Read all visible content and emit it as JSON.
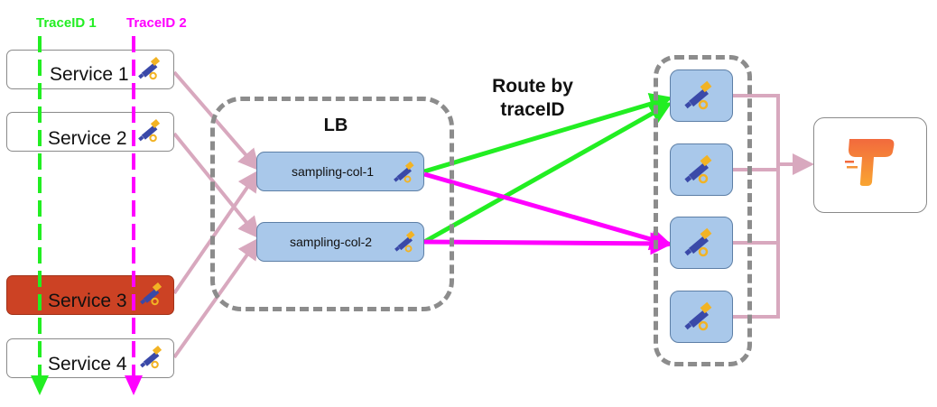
{
  "trace_labels": {
    "trace1": "TraceID 1",
    "trace2": "TraceID 2"
  },
  "services": [
    {
      "label": "Service 1",
      "state": "normal"
    },
    {
      "label": "Service 2",
      "state": "normal"
    },
    {
      "label": "Service 3",
      "state": "highlighted"
    },
    {
      "label": "Service 4",
      "state": "normal"
    }
  ],
  "load_balancer": {
    "label": "LB",
    "collectors": [
      "sampling-col-1",
      "sampling-col-2"
    ]
  },
  "route_label": {
    "line1": "Route by",
    "line2": "traceID"
  },
  "colors": {
    "trace1": "#22ee22",
    "trace2": "#ff00ff",
    "service_arrow": "#d8a8be",
    "highlight_fill": "#cc4224",
    "collector_fill": "#a9c8ea",
    "dash_border": "#8c8c8c"
  },
  "icons": {
    "telescope": "telescope-icon",
    "backend": "trace-backend-logo-icon"
  }
}
